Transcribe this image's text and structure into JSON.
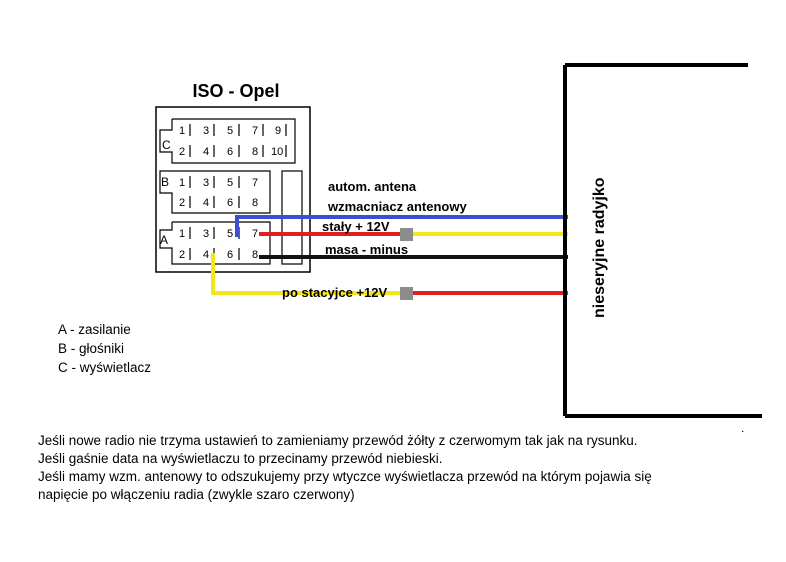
{
  "title": "ISO - Opel",
  "connectors": {
    "C": {
      "letter": "C",
      "top_pins": [
        "1",
        "3",
        "5",
        "7",
        "9"
      ],
      "bottom_pins": [
        "2",
        "4",
        "6",
        "8",
        "10"
      ]
    },
    "B": {
      "letter": "B",
      "top_pins": [
        "1",
        "3",
        "5",
        "7"
      ],
      "bottom_pins": [
        "2",
        "4",
        "6",
        "8"
      ]
    },
    "A": {
      "letter": "A",
      "top_pins": [
        "1",
        "3",
        "5",
        "7"
      ],
      "bottom_pins": [
        "2",
        "4",
        "6",
        "8"
      ]
    }
  },
  "wires": {
    "blue": {
      "label_1": "autom. antena",
      "label_2": "wzmacniacz antenowy",
      "color": "#3b4fd0"
    },
    "red_top": {
      "label": "stały + 12V",
      "color": "#e02020"
    },
    "yellow_top": {
      "color": "#f5e61a"
    },
    "black": {
      "label": "masa - minus",
      "color": "#111111"
    },
    "bottom": {
      "label": "po stacyjce +12V",
      "color_yellow": "#f5e61a",
      "color_red": "#e02020"
    },
    "joint_color": "#8c8c8c"
  },
  "radio": {
    "label": "nieseryjne radyjko"
  },
  "legend": [
    "A - zasilanie",
    "B - głośniki",
    "C - wyświetlacz"
  ],
  "notes": [
    "Jeśli nowe radio nie trzyma ustawień to zamieniamy przewód żółty z czerwomym tak jak na rysunku.",
    "Jeśli gaśnie data na wyświetlaczu to przecinamy przewód niebieski.",
    "Jeśli mamy wzm. antenowy to odszukujemy przy wtyczce wyświetlacza przewód na którym pojawia się",
    "napięcie po włączeniu radia (zwykle szaro czerwony)"
  ],
  "stray_mark": "."
}
